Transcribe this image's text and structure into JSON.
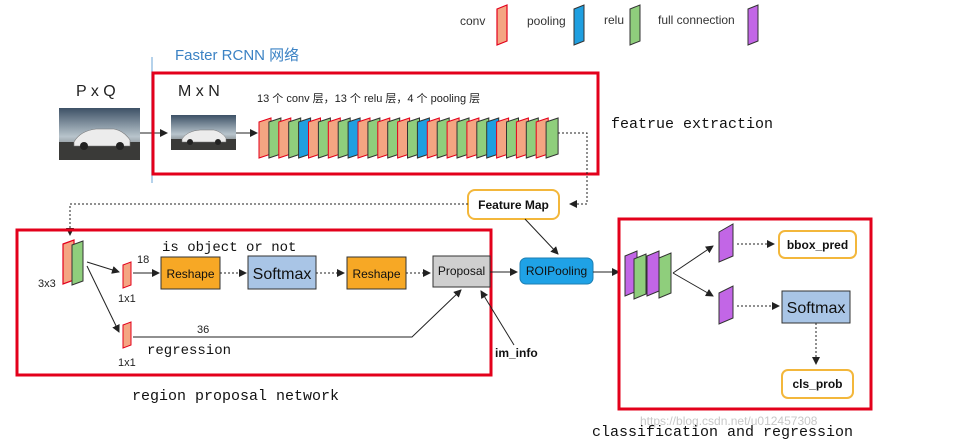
{
  "legend": {
    "conv": "conv",
    "pooling": "pooling",
    "relu": "relu",
    "full_connection": "full connection"
  },
  "colors": {
    "conv": "#f4a582",
    "pooling": "#1f9fe0",
    "relu": "#8fce7c",
    "fc": "#c266e6",
    "red_frame": "#e3001b",
    "orange_box": "#f7a825",
    "blue_box": "#a9c5e6",
    "gray_box": "#cfcfcf",
    "roi_box": "#1fa2e6",
    "fm_border": "#f3b73b",
    "title_blue": "#3b82c4"
  },
  "header": {
    "title": "Faster RCNN 网络",
    "pxq": "P x Q",
    "mxn": "M x N",
    "layers_note": "13 个 conv 层，13 个 relu 层，4 个 pooling 层"
  },
  "sections": {
    "feature_extraction": "featrue extraction",
    "rpn": "region proposal network",
    "classification": "classification and regression"
  },
  "rpn": {
    "conv3x3": "3x3",
    "top_1x1": "1x1",
    "bottom_1x1": "1x1",
    "ch18": "18",
    "ch36": "36",
    "is_object": "is object or not",
    "regression": "regression",
    "reshape1": "Reshape",
    "softmax": "Softmax",
    "reshape2": "Reshape",
    "proposal": "Proposal",
    "im_info": "im_info"
  },
  "feature_map": "Feature Map",
  "roipooling": "ROIPooling",
  "cls": {
    "bbox_pred": "bbox_pred",
    "softmax": "Softmax",
    "cls_prob": "cls_prob"
  },
  "watermark": "https://blog.csdn.net/u012457308"
}
